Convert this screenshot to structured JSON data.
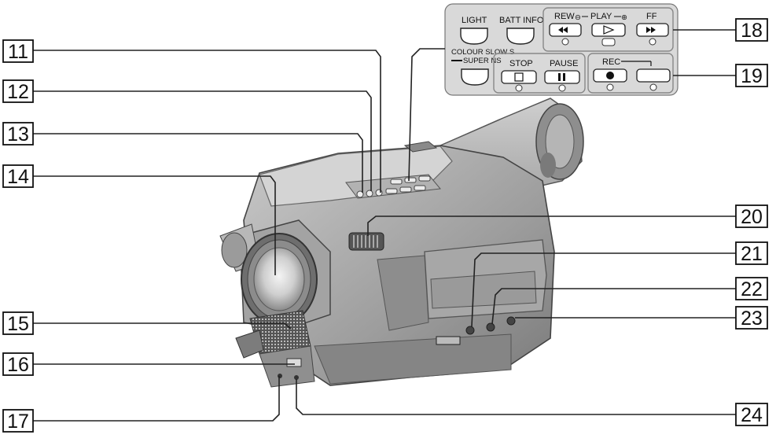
{
  "callouts": {
    "c11": "11",
    "c12": "12",
    "c13": "13",
    "c14": "14",
    "c15": "15",
    "c16": "16",
    "c17": "17",
    "c18": "18",
    "c19": "19",
    "c20": "20",
    "c21": "21",
    "c22": "22",
    "c23": "23",
    "c24": "24"
  },
  "panel": {
    "light": "LIGHT",
    "batt_info": "BATT INFO",
    "colour_slow_s": "COLOUR SLOW S",
    "super_ns": "SUPER NS",
    "rew": "REW",
    "play": "PLAY",
    "ff": "FF",
    "stop": "STOP",
    "pause": "PAUSE",
    "rec": "REC"
  },
  "colors": {
    "panel_bg": "#d9d9d9",
    "body_gray": "#9a9a9a",
    "ink": "#111111"
  }
}
